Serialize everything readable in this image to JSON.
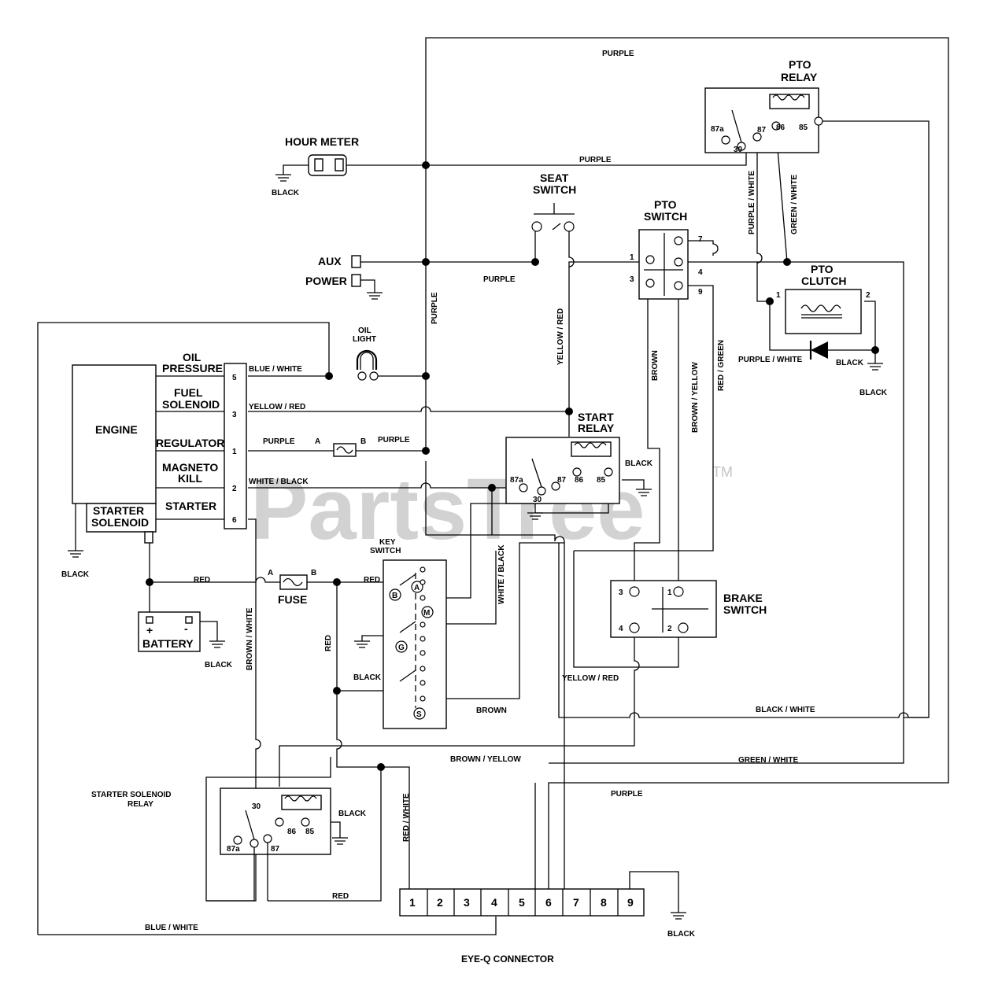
{
  "watermark": {
    "text": "PartsTree",
    "tm": "TM"
  },
  "components": {
    "hour_meter": "HOUR METER",
    "pto_relay": [
      "PTO",
      "RELAY"
    ],
    "seat_switch": [
      "SEAT",
      "SWITCH"
    ],
    "pto_switch": [
      "PTO",
      "SWITCH"
    ],
    "pto_clutch": [
      "PTO",
      "CLUTCH"
    ],
    "aux": "AUX",
    "power": "POWER",
    "oil_light": [
      "OIL",
      "LIGHT"
    ],
    "engine": "ENGINE",
    "starter_solenoid": [
      "STARTER",
      "SOLENOID"
    ],
    "start_relay": [
      "START",
      "RELAY"
    ],
    "key_switch": [
      "KEY",
      "SWITCH"
    ],
    "brake_switch": [
      "BRAKE",
      "SWITCH"
    ],
    "fuse": "FUSE",
    "battery": "BATTERY",
    "starter_solenoid_relay": [
      "STARTER SOLENOID",
      "RELAY"
    ],
    "eyeq_connector": "EYE-Q CONNECTOR"
  },
  "engine_pins": [
    {
      "label": [
        "OIL",
        "PRESSURE"
      ],
      "pin": "5",
      "wire": "BLUE / WHITE"
    },
    {
      "label": [
        "FUEL",
        "SOLENOID"
      ],
      "pin": "3",
      "wire": "YELLOW / RED"
    },
    {
      "label": [
        "REGULATOR"
      ],
      "pin": "1",
      "wire": "PURPLE"
    },
    {
      "label": [
        "MAGNETO",
        "KILL"
      ],
      "pin": "2",
      "wire": "WHITE / BLACK"
    },
    {
      "label": [
        "STARTER"
      ],
      "pin": "6",
      "wire": ""
    }
  ],
  "relay_terms": {
    "t87a": "87a",
    "t30": "30",
    "t87": "87",
    "t86": "86",
    "t85": "85"
  },
  "pto_switch_terms": [
    "1",
    "3",
    "7",
    "4",
    "9"
  ],
  "pto_clutch_terms": [
    "1",
    "2"
  ],
  "brake_switch_terms": [
    "3",
    "1",
    "4",
    "2"
  ],
  "key_switch_terms": [
    "B",
    "A",
    "M",
    "G",
    "S"
  ],
  "battery_terms": [
    "+",
    "-"
  ],
  "fuse_terms": [
    "A",
    "B"
  ],
  "regulator_fuse_terms": [
    "A",
    "B"
  ],
  "eyeq_pins": [
    "1",
    "2",
    "3",
    "4",
    "5",
    "6",
    "7",
    "8",
    "9"
  ],
  "wires": {
    "purple": "PURPLE",
    "black": "BLACK",
    "purple_white": "PURPLE / WHITE",
    "green_white": "GREEN / WHITE",
    "yellow_red": "YELLOW / RED",
    "brown": "BROWN",
    "brown_yellow": "BROWN / YELLOW",
    "red_green": "RED / GREEN",
    "white_black": "WHITE / BLACK",
    "red": "RED",
    "brown_white": "BROWN / WHITE",
    "black_white": "BLACK / WHITE",
    "red_white": "RED / WHITE",
    "blue_white": "BLUE / WHITE"
  }
}
